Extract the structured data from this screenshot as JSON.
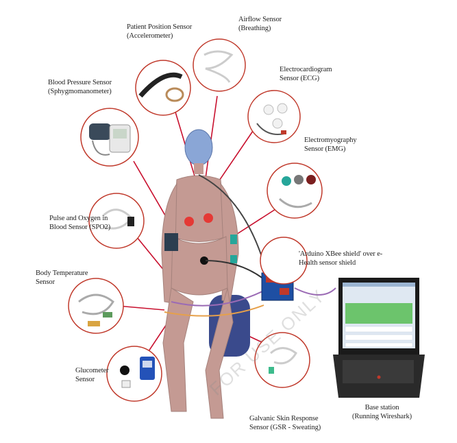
{
  "labels": {
    "patient_position": "Patient Position Sensor\n(Accelerometer)",
    "airflow": "Airflow Sensor\n(Breathing)",
    "ecg": "Electrocardiogram\nSensor (ECG)",
    "blood_pressure": "Blood Pressure Sensor\n(Sphygmomanometer)",
    "emg": "Electromyography\nSensor (EMG)",
    "pulse_oxygen": "Pulse and Oxygen in\nBlood Sensor (SPO2)",
    "arduino": "'Arduino XBee shield' over e-\nHealth sensor shield",
    "body_temperature": "Body Temperature\nSensor",
    "glucometer": "Glucometer\nSensor",
    "gsr": "Galvanic Skin Response\nSensor (GSR - Sweating)",
    "base_station": "Base station\n(Running Wireshark)"
  },
  "watermark": "FOR USE ONLY",
  "colors": {
    "callout_line": "#c8102e",
    "circle_border": "#c0392b",
    "mannequin_body": "#c49a93",
    "mannequin_head": "#8aa6d6",
    "cable_purple": "#9b6bb5",
    "cable_orange": "#e6a04a",
    "screen_green": "#6cc46c"
  }
}
